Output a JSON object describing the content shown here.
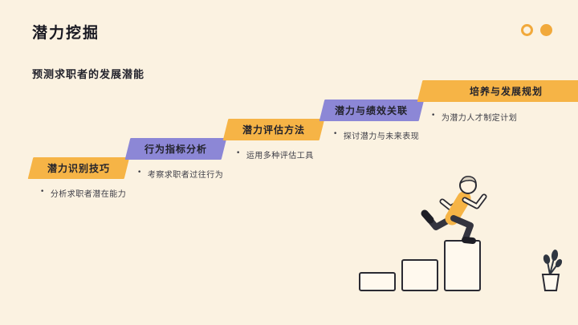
{
  "slide": {
    "title": "潜力挖掘",
    "subtitle": "预测求职者的发展潜能",
    "background": "#FBF2E1"
  },
  "decor": {
    "circle_color": "#F1A93B",
    "outline_circle": "outline-circle",
    "filled_circle": "filled-circle"
  },
  "bullet_marker": "•",
  "steps": [
    {
      "label": "潜力识别技巧",
      "bullet": "分析求职者潜在能力",
      "color": "#F6B446"
    },
    {
      "label": "行为指标分析",
      "bullet": "考察求职者过往行为",
      "color": "#8C87D6"
    },
    {
      "label": "潜力评估方法",
      "bullet": "运用多种评估工具",
      "color": "#F6B446"
    },
    {
      "label": "潜力与绩效关联",
      "bullet": "探讨潜力与未来表现",
      "color": "#8C87D6"
    },
    {
      "label": "培养与发展规划",
      "bullet": "为潜力人才制定计划",
      "color": "#F6B446"
    }
  ],
  "illustration": {
    "name": "person-climbing-steps",
    "shirt_color": "#F6B446",
    "outline_color": "#2B2B33"
  }
}
